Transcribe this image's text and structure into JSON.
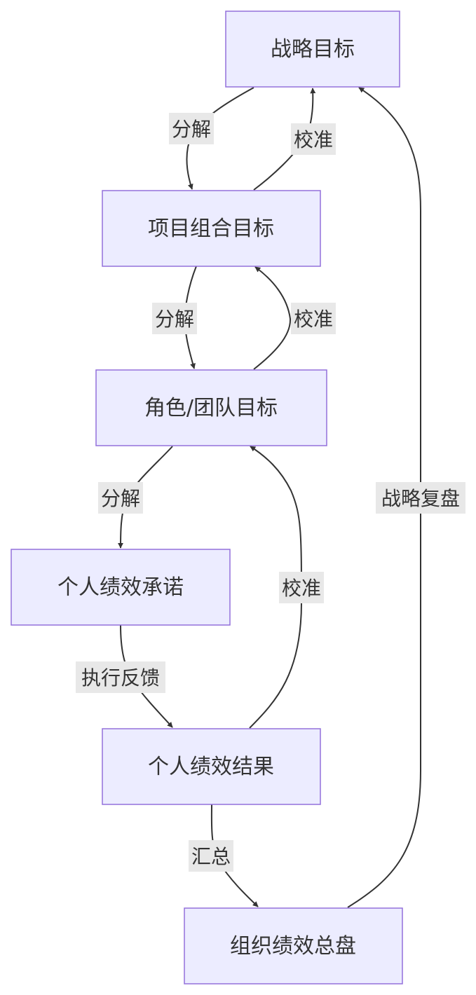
{
  "diagram": {
    "nodes": {
      "strategic_goal": "战略目标",
      "project_portfolio_goal": "项目组合目标",
      "role_team_goal": "角色/团队目标",
      "individual_commitment": "个人绩效承诺",
      "individual_result": "个人绩效结果",
      "org_summary": "组织绩效总盘"
    },
    "edges": {
      "strategic_to_portfolio": "分解",
      "portfolio_to_strategic": "校准",
      "portfolio_to_role": "分解",
      "role_to_portfolio": "校准",
      "role_to_commitment": "分解",
      "result_to_role": "校准",
      "commitment_to_result": "执行反馈",
      "result_to_summary": "汇总",
      "summary_to_strategic": "战略复盘"
    }
  }
}
